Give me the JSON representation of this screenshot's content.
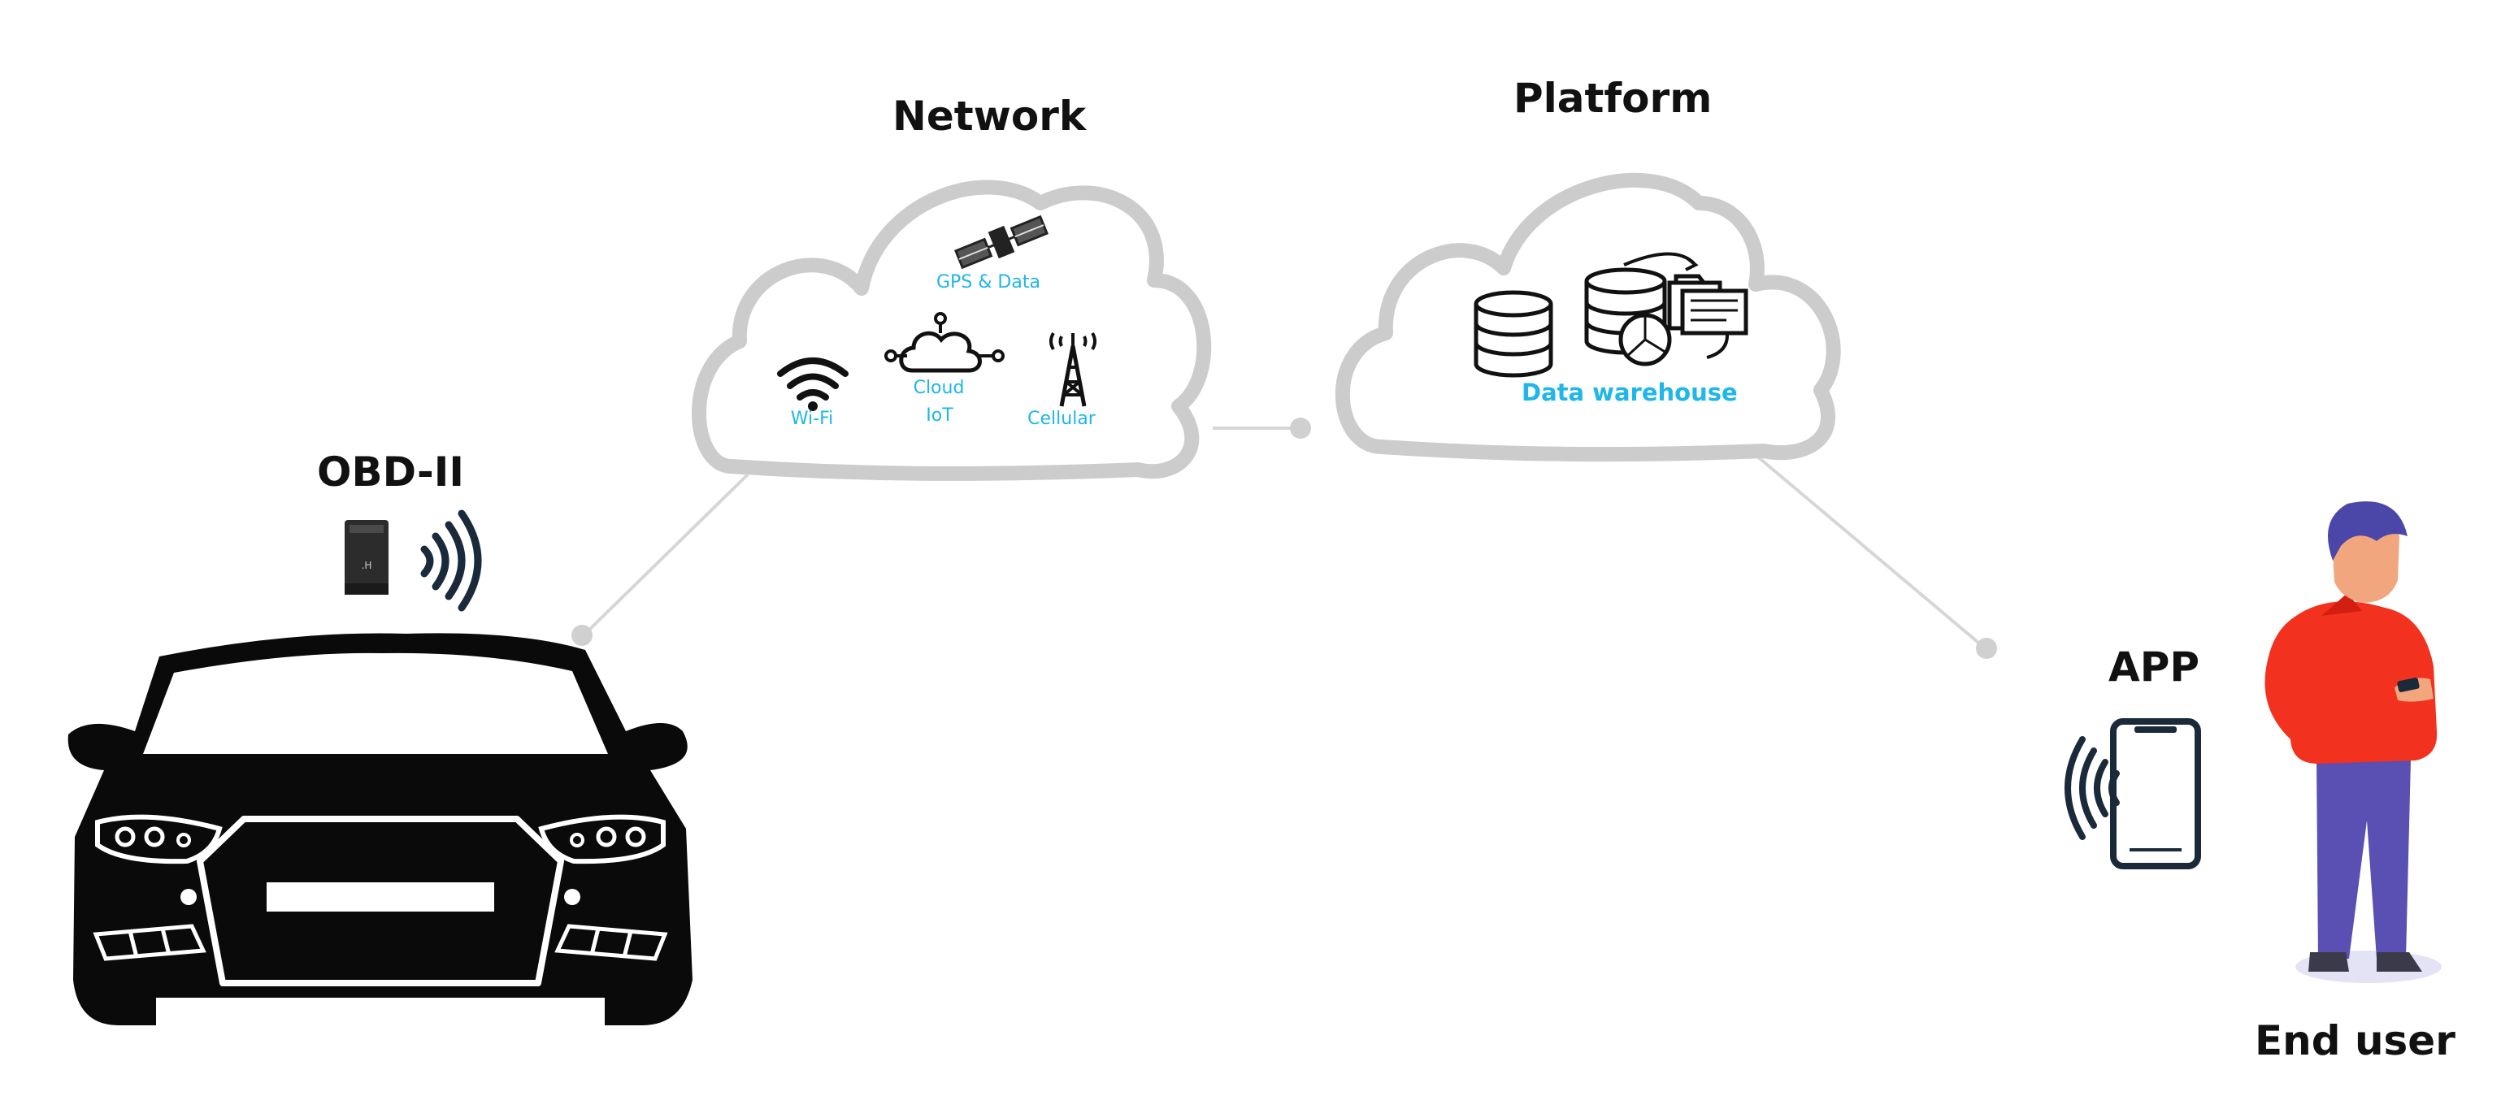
{
  "diagram": {
    "network": {
      "title": "Network",
      "items": {
        "gps": "GPS & Data",
        "wifi": "Wi-Fi",
        "cloud": "Cloud",
        "iot": "IoT",
        "cellular": "Cellular"
      }
    },
    "platform": {
      "title": "Platform",
      "items": {
        "warehouse": "Data warehouse"
      }
    },
    "obd": {
      "title": "OBD-II"
    },
    "app": {
      "title": "APP"
    },
    "end_user": {
      "title": "End user"
    }
  },
  "colors": {
    "cloud_stroke": "#cccccc",
    "connector": "#d6d6d6",
    "accent_blue": "#1fb6e8",
    "car_body": "#0a0a0a",
    "shirt": "#f2311e",
    "pants": "#5a4fb2",
    "hair": "#4b47a8",
    "skin": "#f1a67e"
  },
  "icons": [
    "car-icon",
    "obd-device-icon",
    "signal-waves-icon",
    "satellite-icon",
    "wifi-icon",
    "cloud-iot-icon",
    "cell-tower-icon",
    "database-icon",
    "data-warehouse-icon",
    "smartphone-icon",
    "person-icon"
  ]
}
